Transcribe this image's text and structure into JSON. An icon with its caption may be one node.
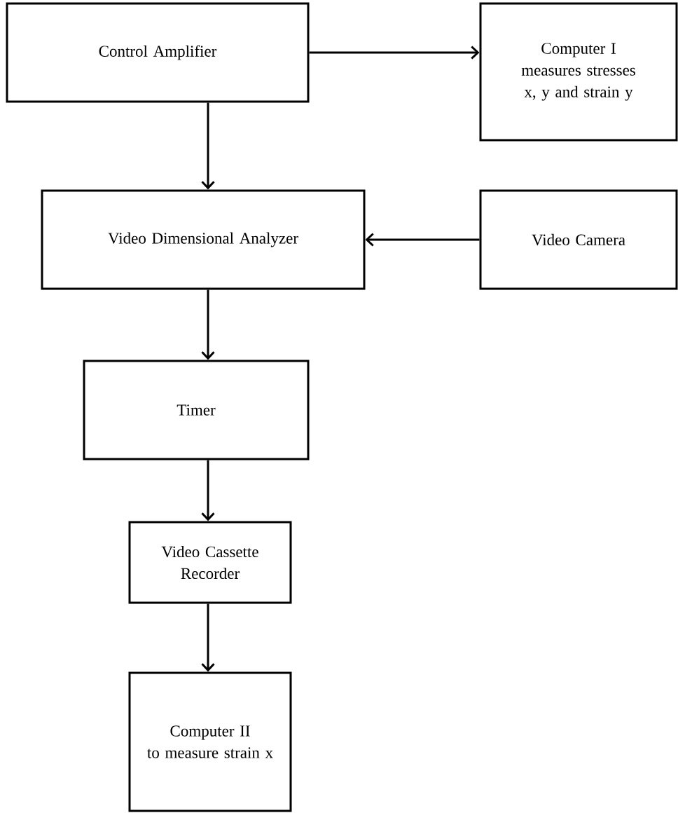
{
  "diagram": {
    "nodes": [
      {
        "text": [
          "Control Amplifier"
        ]
      },
      {
        "text": [
          "Computer I",
          "measures stresses x, y and strain y"
        ]
      },
      {
        "text": [
          "Video Dimensional Analyzer"
        ]
      },
      {
        "text": [
          "Video Camera"
        ]
      },
      {
        "text": [
          "Timer"
        ]
      },
      {
        "text": [
          "Video Cassette Recorder"
        ]
      },
      {
        "text": [
          "Computer II",
          "to measure strain x"
        ]
      }
    ],
    "edges": [
      {
        "from": 0,
        "to": 1,
        "arrow": "to"
      },
      {
        "from": 0,
        "to": 2,
        "arrow": "to"
      },
      {
        "from": 3,
        "to": 2,
        "arrow": "to"
      },
      {
        "from": 2,
        "to": 4,
        "arrow": "to"
      },
      {
        "from": 4,
        "to": 5,
        "arrow": "to"
      },
      {
        "from": 5,
        "to": 6,
        "arrow": "to"
      }
    ]
  }
}
